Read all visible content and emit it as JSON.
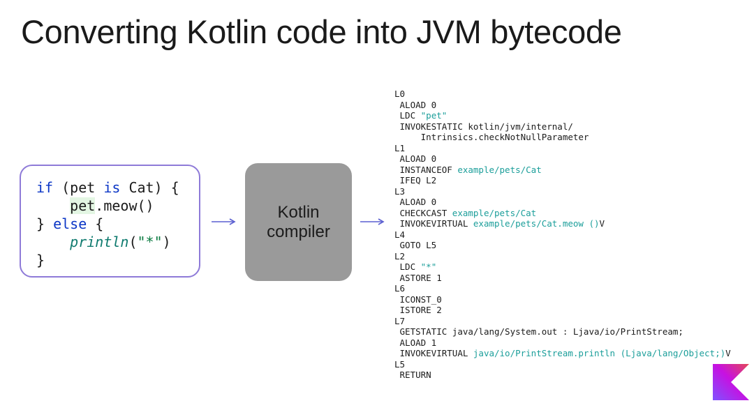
{
  "title": "Converting Kotlin code into JVM bytecode",
  "source_code": {
    "line1": {
      "if_kw": "if",
      "open": " (pet ",
      "is_kw": "is",
      "rest": " Cat) {"
    },
    "line2": {
      "indent": "    ",
      "pet": "pet",
      "rest": ".meow()"
    },
    "line3": {
      "close": "} ",
      "else_kw": "else",
      "rest": " {"
    },
    "line4": {
      "indent": "    ",
      "fn": "println",
      "open": "(",
      "str": "\"*\"",
      "close": ")"
    },
    "line5": {
      "close": "}"
    }
  },
  "compiler": {
    "line1": "Kotlin",
    "line2": "compiler"
  },
  "bytecode": {
    "l0": {
      "label": "L0"
    },
    "aload0_a": "ALOAD 0",
    "ldc_pet": {
      "op": "LDC ",
      "arg": "\"pet\""
    },
    "invokestatic_1": "INVOKESTATIC kotlin/jvm/internal/",
    "invokestatic_2": "    Intrinsics.checkNotNullParameter",
    "l1": {
      "label": "L1"
    },
    "aload0_b": "ALOAD 0",
    "instanceof": {
      "op": "INSTANCEOF ",
      "arg": "example/pets/Cat"
    },
    "ifeq": "IFEQ L2",
    "l3": {
      "label": "L3"
    },
    "aload0_c": "ALOAD 0",
    "checkcast": {
      "op": "CHECKCAST ",
      "arg": "example/pets/Cat"
    },
    "invokevirtual_meow": {
      "op": "INVOKEVIRTUAL ",
      "arg": "example/pets/Cat.meow ()",
      "tail": "V"
    },
    "l4": {
      "label": "L4"
    },
    "goto": "GOTO L5",
    "l2": {
      "label": "L2"
    },
    "ldc_star": {
      "op": "LDC ",
      "arg": "\"*\""
    },
    "astore": "ASTORE 1",
    "l6": {
      "label": "L6"
    },
    "iconst": "ICONST_0",
    "istore": "ISTORE 2",
    "l7": {
      "label": "L7"
    },
    "getstatic": "GETSTATIC java/lang/System.out : Ljava/io/PrintStream;",
    "aload1": "ALOAD 1",
    "invokevirtual_println": {
      "op": "INVOKEVIRTUAL ",
      "arg": "java/io/PrintStream.println (Ljava/lang/Object;)",
      "tail": "V"
    },
    "l5": {
      "label": "L5"
    },
    "return": "RETURN"
  },
  "colors": {
    "accent_purple": "#8e7ad8",
    "keyword_blue": "#0b36c6",
    "bytecode_teal": "#1b9e9a",
    "compiler_gray": "#9a9a9a",
    "arrow_blue": "#5a5fd0"
  },
  "icons": {
    "arrow": "arrow-right-icon",
    "logo": "kotlin-logo-icon"
  }
}
